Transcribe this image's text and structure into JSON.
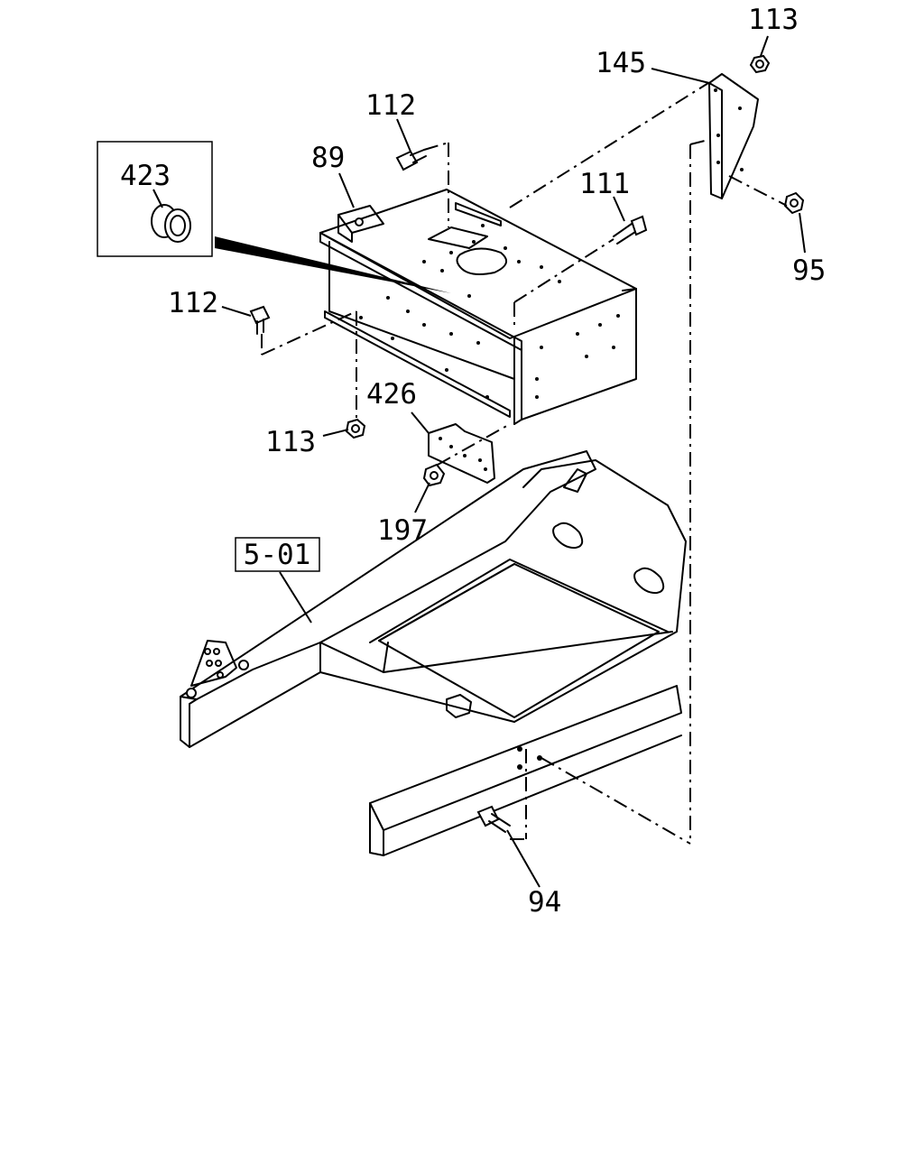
{
  "callouts": {
    "c113_top": "113",
    "c145": "145",
    "c112_top": "112",
    "c89": "89",
    "c423": "423",
    "c111": "111",
    "c95": "95",
    "c112_left": "112",
    "c426": "426",
    "c113_bottom": "113",
    "c197": "197",
    "c94": "94"
  },
  "reference_box": {
    "label": "5-01"
  }
}
